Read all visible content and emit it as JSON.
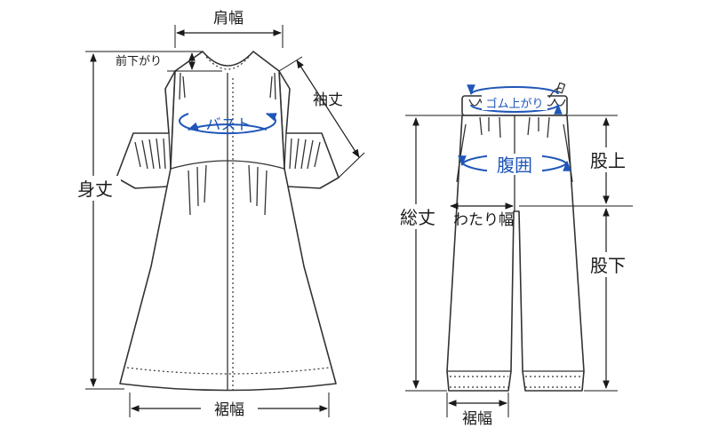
{
  "dress": {
    "shoulder_width": "肩幅",
    "front_drop": "前下がり",
    "sleeve_length": "袖丈",
    "bust": "バスト",
    "body_length": "身丈",
    "hem_width": "裾幅"
  },
  "pants": {
    "waist_stretch": "ゴム上がり",
    "rise": "股上",
    "hip": "腹囲",
    "total_length": "総丈",
    "thigh_width": "わたり幅",
    "inseam": "股下",
    "hem_width": "裾幅"
  },
  "colors": {
    "accent": "#1f56b8",
    "line": "#333333"
  }
}
